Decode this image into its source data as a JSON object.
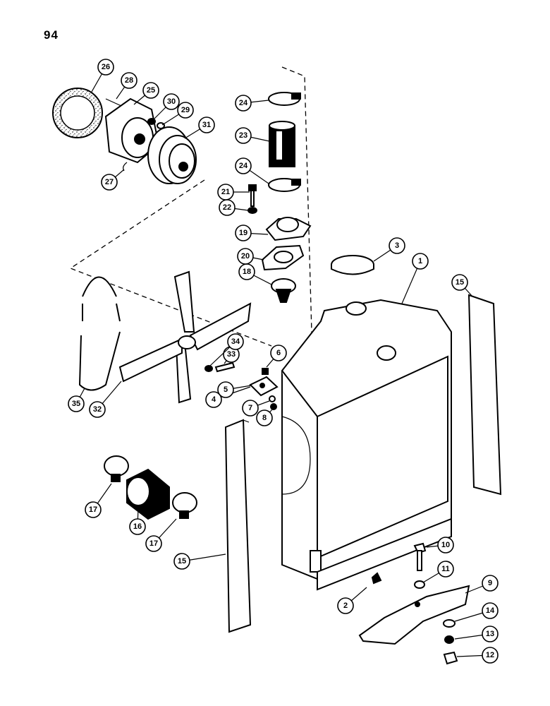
{
  "page_number": "94",
  "callouts": [
    {
      "label": "1"
    },
    {
      "label": "2"
    },
    {
      "label": "3"
    },
    {
      "label": "4"
    },
    {
      "label": "5"
    },
    {
      "label": "6"
    },
    {
      "label": "7"
    },
    {
      "label": "8"
    },
    {
      "label": "9"
    },
    {
      "label": "10"
    },
    {
      "label": "11"
    },
    {
      "label": "12"
    },
    {
      "label": "13"
    },
    {
      "label": "14"
    },
    {
      "label": "15"
    },
    {
      "label": "15"
    },
    {
      "label": "16"
    },
    {
      "label": "17"
    },
    {
      "label": "17"
    },
    {
      "label": "18"
    },
    {
      "label": "19"
    },
    {
      "label": "20"
    },
    {
      "label": "21"
    },
    {
      "label": "22"
    },
    {
      "label": "23"
    },
    {
      "label": "24"
    },
    {
      "label": "24"
    },
    {
      "label": "25"
    },
    {
      "label": "26"
    },
    {
      "label": "27"
    },
    {
      "label": "28"
    },
    {
      "label": "29"
    },
    {
      "label": "30"
    },
    {
      "label": "31"
    },
    {
      "label": "32"
    },
    {
      "label": "33"
    },
    {
      "label": "34"
    },
    {
      "label": "35"
    }
  ],
  "colors": {
    "ink": "#000000",
    "paper": "#ffffff",
    "stipple": "#555555"
  }
}
